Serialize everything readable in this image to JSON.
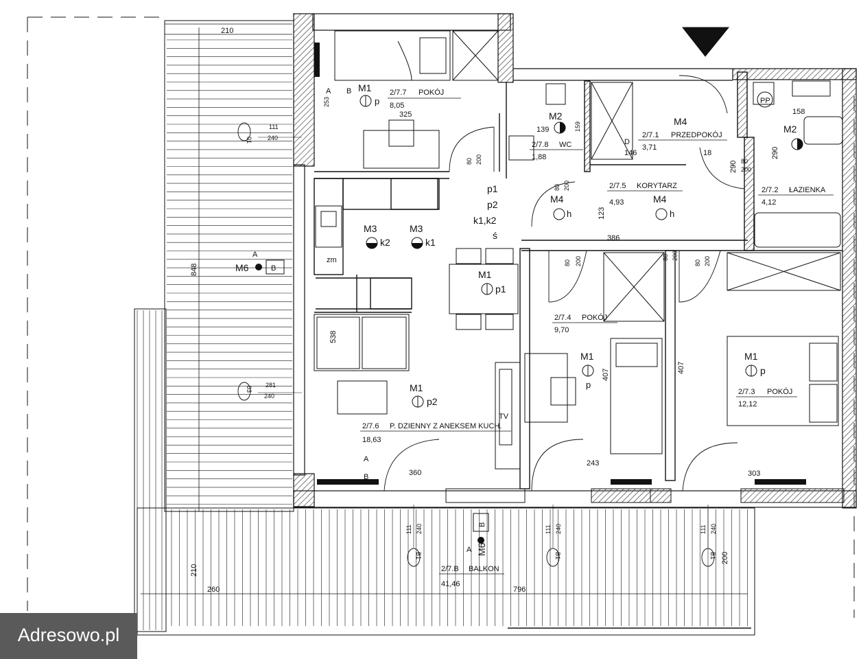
{
  "rooms": [
    {
      "id": "room-277",
      "code": "2/7.7",
      "name": "POKÓJ",
      "area": "8,05"
    },
    {
      "id": "room-278",
      "code": "2/7.8",
      "name": "WC",
      "area": "1,88"
    },
    {
      "id": "room-271",
      "code": "2/7.1",
      "name": "PRZEDPOKÓJ",
      "area": "3,71"
    },
    {
      "id": "room-272",
      "code": "2/7.2",
      "name": "ŁAZIENKA",
      "area": "4,12"
    },
    {
      "id": "room-275",
      "code": "2/7.5",
      "name": "KORYTARZ",
      "area": "4,93"
    },
    {
      "id": "room-274",
      "code": "2/7.4",
      "name": "POKÓJ",
      "area": "9,70"
    },
    {
      "id": "room-273",
      "code": "2/7.3",
      "name": "POKÓJ",
      "area": "12,12"
    },
    {
      "id": "room-276",
      "code": "2/7.6",
      "name": "P. DZIENNY Z ANEKSEM KUCH.",
      "area": "18,63"
    },
    {
      "id": "room-27b",
      "code": "2/7.B",
      "name": "BALKON",
      "area": "41,46"
    }
  ],
  "dimensions": {
    "top_terrace": "210",
    "terrace_depth": "848",
    "bedroom_277_depth": "253",
    "bedroom_277_width": "325",
    "wc_139": "139",
    "wc_159": "159",
    "hall_146": "146",
    "hall_18": "18",
    "bath_158": "158",
    "bath_290a": "290",
    "bath_290b": "290",
    "corridor_123": "123",
    "corridor_386": "386",
    "living_538": "538",
    "living_360": "360",
    "room_274_407": "407",
    "room_274_243": "243",
    "room_273_407": "407",
    "room_273_303": "303",
    "balcony_210": "210",
    "balcony_260": "260",
    "balcony_796": "796",
    "balcony_200": "200"
  },
  "door_sizes": [
    {
      "w": "80",
      "h": "200"
    },
    {
      "w": "80",
      "h": "200"
    },
    {
      "w": "80",
      "h": "200"
    },
    {
      "w": "80",
      "h": "200"
    },
    {
      "w": "80",
      "h": "200"
    },
    {
      "w": "80",
      "h": "200"
    }
  ],
  "window_marks": [
    {
      "code": "01",
      "a": "111",
      "b": "240"
    },
    {
      "code": "03",
      "a": "281",
      "b": "240"
    },
    {
      "code": "B1",
      "a": "111",
      "b": "240"
    },
    {
      "code": "B1",
      "a": "111",
      "b": "240"
    },
    {
      "code": "B1",
      "a": "111",
      "b": "240"
    }
  ],
  "installation_marks": {
    "m1_277": "M1",
    "p_277": "p",
    "m2_wc": "M2",
    "m4_hall": "M4",
    "m2_bath": "M2",
    "m4_corr1": "M4",
    "m4_corr2": "M4",
    "h_corr1": "h",
    "h_corr2": "h",
    "p1": "p1",
    "p2": "p2",
    "k1k2": "k1,k2",
    "s": "ś",
    "m3_k2": "M3",
    "k2": "k2",
    "m3_k1": "M3",
    "k1": "k1",
    "m1_p1": "M1",
    "p1_living": "p1",
    "m1_p2": "M1",
    "p2_living": "p2",
    "m1_274": "M1",
    "p_274": "p",
    "m1_273": "M1",
    "p_273": "p",
    "m6_a": "A",
    "m6": "M6",
    "m6_b": "B",
    "m6_bal_a": "A",
    "m6_bal": "M6",
    "m6_bal_b": "B",
    "zm": "zm",
    "pp": "PP",
    "tv": "TV",
    "d": "D",
    "socket_a": "A",
    "socket_b": "B"
  },
  "watermark": "Adresowo.pl",
  "colors": {
    "wall": "#222222",
    "hatch": "#555555",
    "line": "#111111",
    "watermark_bg": "#5a5a5a"
  }
}
